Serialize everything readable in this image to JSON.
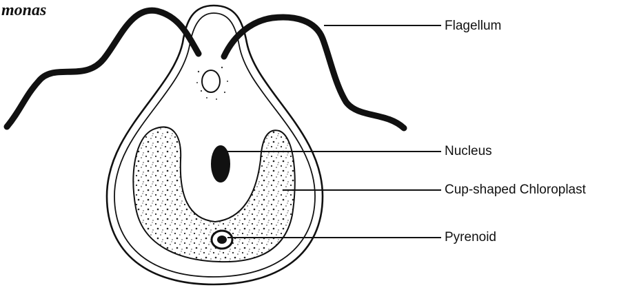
{
  "diagram": {
    "title": "monas",
    "labels": {
      "flagellum": "Flagellum",
      "nucleus": "Nucleus",
      "chloroplast": "Cup-shaped Chloroplast",
      "pyrenoid": "Pyrenoid"
    }
  }
}
